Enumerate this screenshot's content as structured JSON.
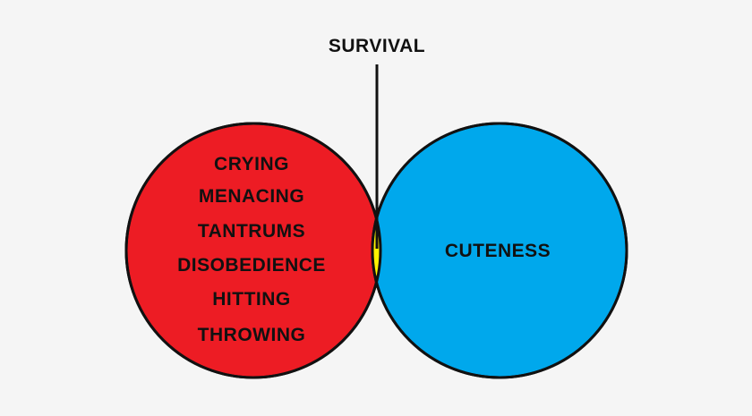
{
  "diagram": {
    "left_set": {
      "items": [
        "CRYING",
        "MENACING",
        "TANTRUMS",
        "DISOBEDIENCE",
        "HITTING",
        "THROWING"
      ],
      "color": "#ed1c24"
    },
    "right_set": {
      "label": "CUTENESS",
      "color": "#00a8ec"
    },
    "intersection": {
      "label": "SURVIVAL",
      "color": "#fff200"
    },
    "outline_color": "#111111"
  }
}
